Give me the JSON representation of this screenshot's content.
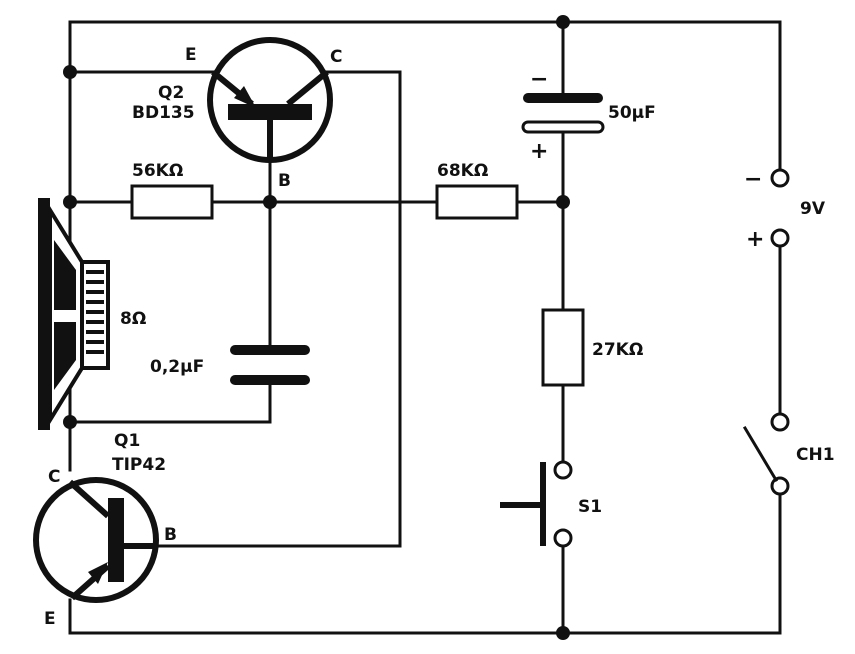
{
  "transistor_q2": {
    "name": "Q2",
    "part": "BD135",
    "emitter": "E",
    "collector": "C",
    "base": "B"
  },
  "transistor_q1": {
    "name": "Q1",
    "part": "TIP42",
    "emitter": "E",
    "collector": "C",
    "base": "B"
  },
  "resistor_56k": {
    "value": "56KΩ"
  },
  "resistor_68k": {
    "value": "68KΩ"
  },
  "resistor_27k": {
    "value": "27KΩ"
  },
  "capacitor_50u": {
    "value": "50μF",
    "minus": "−",
    "plus": "+"
  },
  "capacitor_02u": {
    "value": "0,2μF"
  },
  "speaker": {
    "value": "8Ω"
  },
  "pushbutton": {
    "name": "S1"
  },
  "switch": {
    "name": "CH1"
  },
  "battery": {
    "voltage": "9V",
    "minus": "−",
    "plus": "+"
  }
}
